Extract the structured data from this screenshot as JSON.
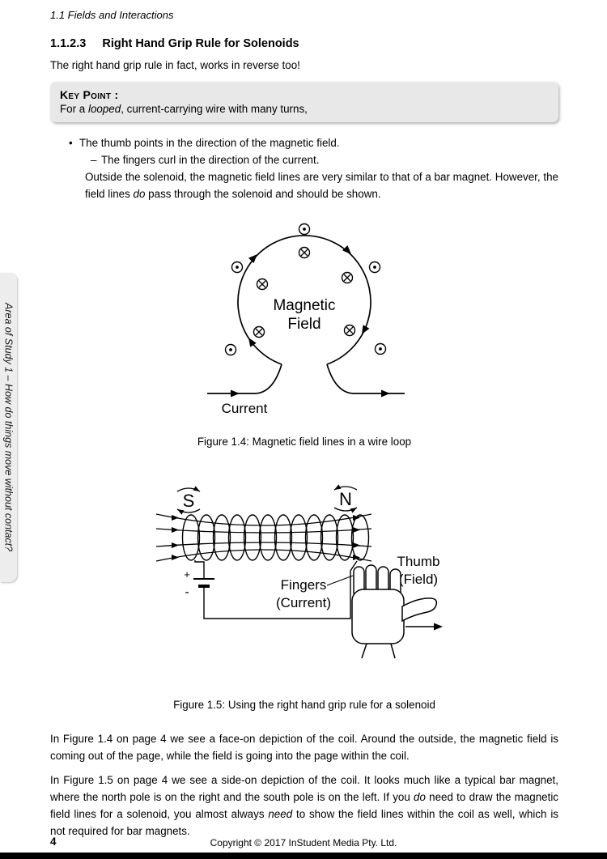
{
  "page_header": {
    "running_title": "1.1 Fields and Interactions"
  },
  "section": {
    "number": "1.1.2.3",
    "title": "Right Hand Grip Rule for Solenoids"
  },
  "intro_text": "The right hand grip rule in fact, works in reverse too!",
  "key_point": {
    "label": "Key Point :",
    "pre": "For a ",
    "emphasis": "looped",
    "post": ", current-carrying wire with many turns,"
  },
  "bullets": {
    "marker": "•",
    "item": "The thumb points in the direction of the magnetic field.",
    "sub_marker": "–",
    "sub_item": "The fingers curl in the direction of the current.",
    "continuation_pre": "Outside the solenoid, the magnetic field lines are very similar to that of a bar magnet. However, the field lines ",
    "continuation_emphasis": "do",
    "continuation_post": " pass through the solenoid and should be shown."
  },
  "figure_1_4": {
    "label_magnetic": "Magnetic",
    "label_field": "Field",
    "label_current": "Current",
    "caption": "Figure 1.4: Magnetic field lines in a wire loop"
  },
  "figure_1_5": {
    "label_south": "S",
    "label_north": "N",
    "label_fingers": "Fingers",
    "label_fingers_sub": "(Current)",
    "label_thumb": "Thumb",
    "label_thumb_sub": "(Field)",
    "battery_positive": "+",
    "battery_negative": "-",
    "caption": "Figure 1.5: Using the right hand grip rule for a solenoid"
  },
  "body": {
    "paragraph_1": "In Figure 1.4 on page 4 we see a face-on depiction of the coil. Around the outside, the magnetic field is coming out of the page, while the field is going into the page within the coil.",
    "paragraph_2_pre": "In Figure 1.5 on page 4 we see a side-on depiction of the coil. It looks much like a typical bar magnet, where the north pole is on the right and the south pole is on the left. If you ",
    "paragraph_2_em1": "do",
    "paragraph_2_mid": " need to draw the magnetic field lines for a solenoid, you almost always ",
    "paragraph_2_em2": "need",
    "paragraph_2_post": " to show the field lines within the coil as well, which is not required for bar magnets."
  },
  "sidebar": {
    "label": "Area of Study 1 – How do things move without contact?"
  },
  "footer": {
    "page_number": "4",
    "copyright": "Copyright © 2017 InStudent Media Pty. Ltd."
  }
}
